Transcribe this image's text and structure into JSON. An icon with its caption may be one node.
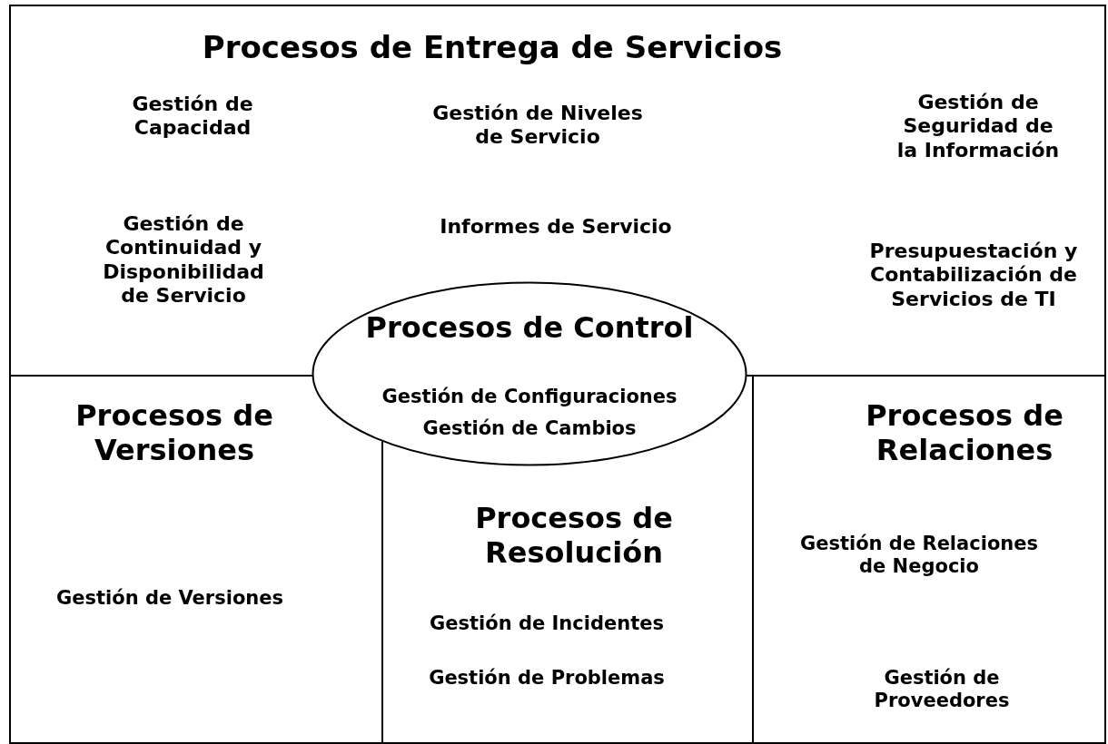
{
  "diagram": {
    "nodes": [
      {
        "text": [
          "Procesos de Entrega de Servicios",
          "Gestión de Capacidad",
          "Gestión de Niveles de Servicio",
          "Gestión de Seguridad de la Información",
          "Gestión de Continuidad y Disponibilidad de Servicio",
          "Informes de Servicio",
          "Presupuestación y Contabilización de Servicios de TI"
        ]
      },
      {
        "text": [
          "Procesos de Control",
          "Gestión de Configuraciones",
          "Gestión de Cambios"
        ]
      },
      {
        "text": [
          "Procesos de Versiones",
          "Gestión de Versiones"
        ]
      },
      {
        "text": [
          "Procesos de Resolución",
          "Gestión de Incidentes",
          "Gestión de Problemas"
        ]
      },
      {
        "text": [
          "Procesos de Relaciones",
          "Gestión de Relaciones de Negocio",
          "Gestión de Proveedores"
        ]
      }
    ]
  }
}
